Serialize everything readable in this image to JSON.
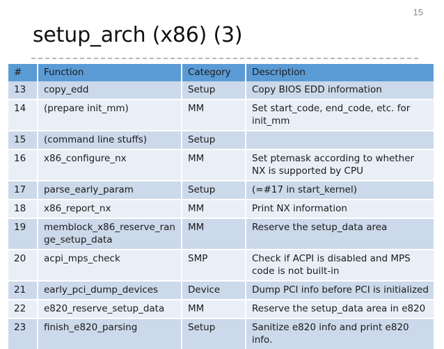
{
  "slide": {
    "number": "15",
    "title": "setup_arch (x86) (3)"
  },
  "theme": {
    "header_bg": "#5b9bd5",
    "header_text": "#ffffff",
    "band_dark": "#ccd9ea",
    "band_light": "#e9eff7",
    "body_text": "#1a1a1a",
    "slide_number_color": "#8a8a8a",
    "placeholder_border": "#b7b7b7"
  },
  "table": {
    "headers": [
      "#",
      "Function",
      "Category",
      "Description"
    ],
    "rows": [
      {
        "num": "13",
        "function": "copy_edd",
        "category": "Setup",
        "description": "Copy BIOS EDD information"
      },
      {
        "num": "14",
        "function": "(prepare init_mm)",
        "category": "MM",
        "description": "Set start_code, end_code, etc. for init_mm"
      },
      {
        "num": "15",
        "function": "(command line stuffs)",
        "category": "Setup",
        "description": ""
      },
      {
        "num": "16",
        "function": "x86_configure_nx",
        "category": "MM",
        "description": "Set ptemask according to whether NX is supported by CPU"
      },
      {
        "num": "17",
        "function": "parse_early_param",
        "category": "Setup",
        "description": "(=#17 in start_kernel)"
      },
      {
        "num": "18",
        "function": "x86_report_nx",
        "category": "MM",
        "description": "Print NX information"
      },
      {
        "num": "19",
        "function": "memblock_x86_reserve_range_setup_data",
        "category": "MM",
        "description": "Reserve the setup_data area"
      },
      {
        "num": "20",
        "function": "acpi_mps_check",
        "category": "SMP",
        "description": "Check if ACPI is disabled and MPS code is not built-in"
      },
      {
        "num": "21",
        "function": "early_pci_dump_devices",
        "category": "Device",
        "description": "Dump PCI info before PCI is initialized"
      },
      {
        "num": "22",
        "function": "e820_reserve_setup_data",
        "category": "MM",
        "description": "Reserve the setup_data area in e820"
      },
      {
        "num": "23",
        "function": "finish_e820_parsing",
        "category": "Setup",
        "description": "Sanitize e820 info and print e820 info."
      }
    ]
  }
}
